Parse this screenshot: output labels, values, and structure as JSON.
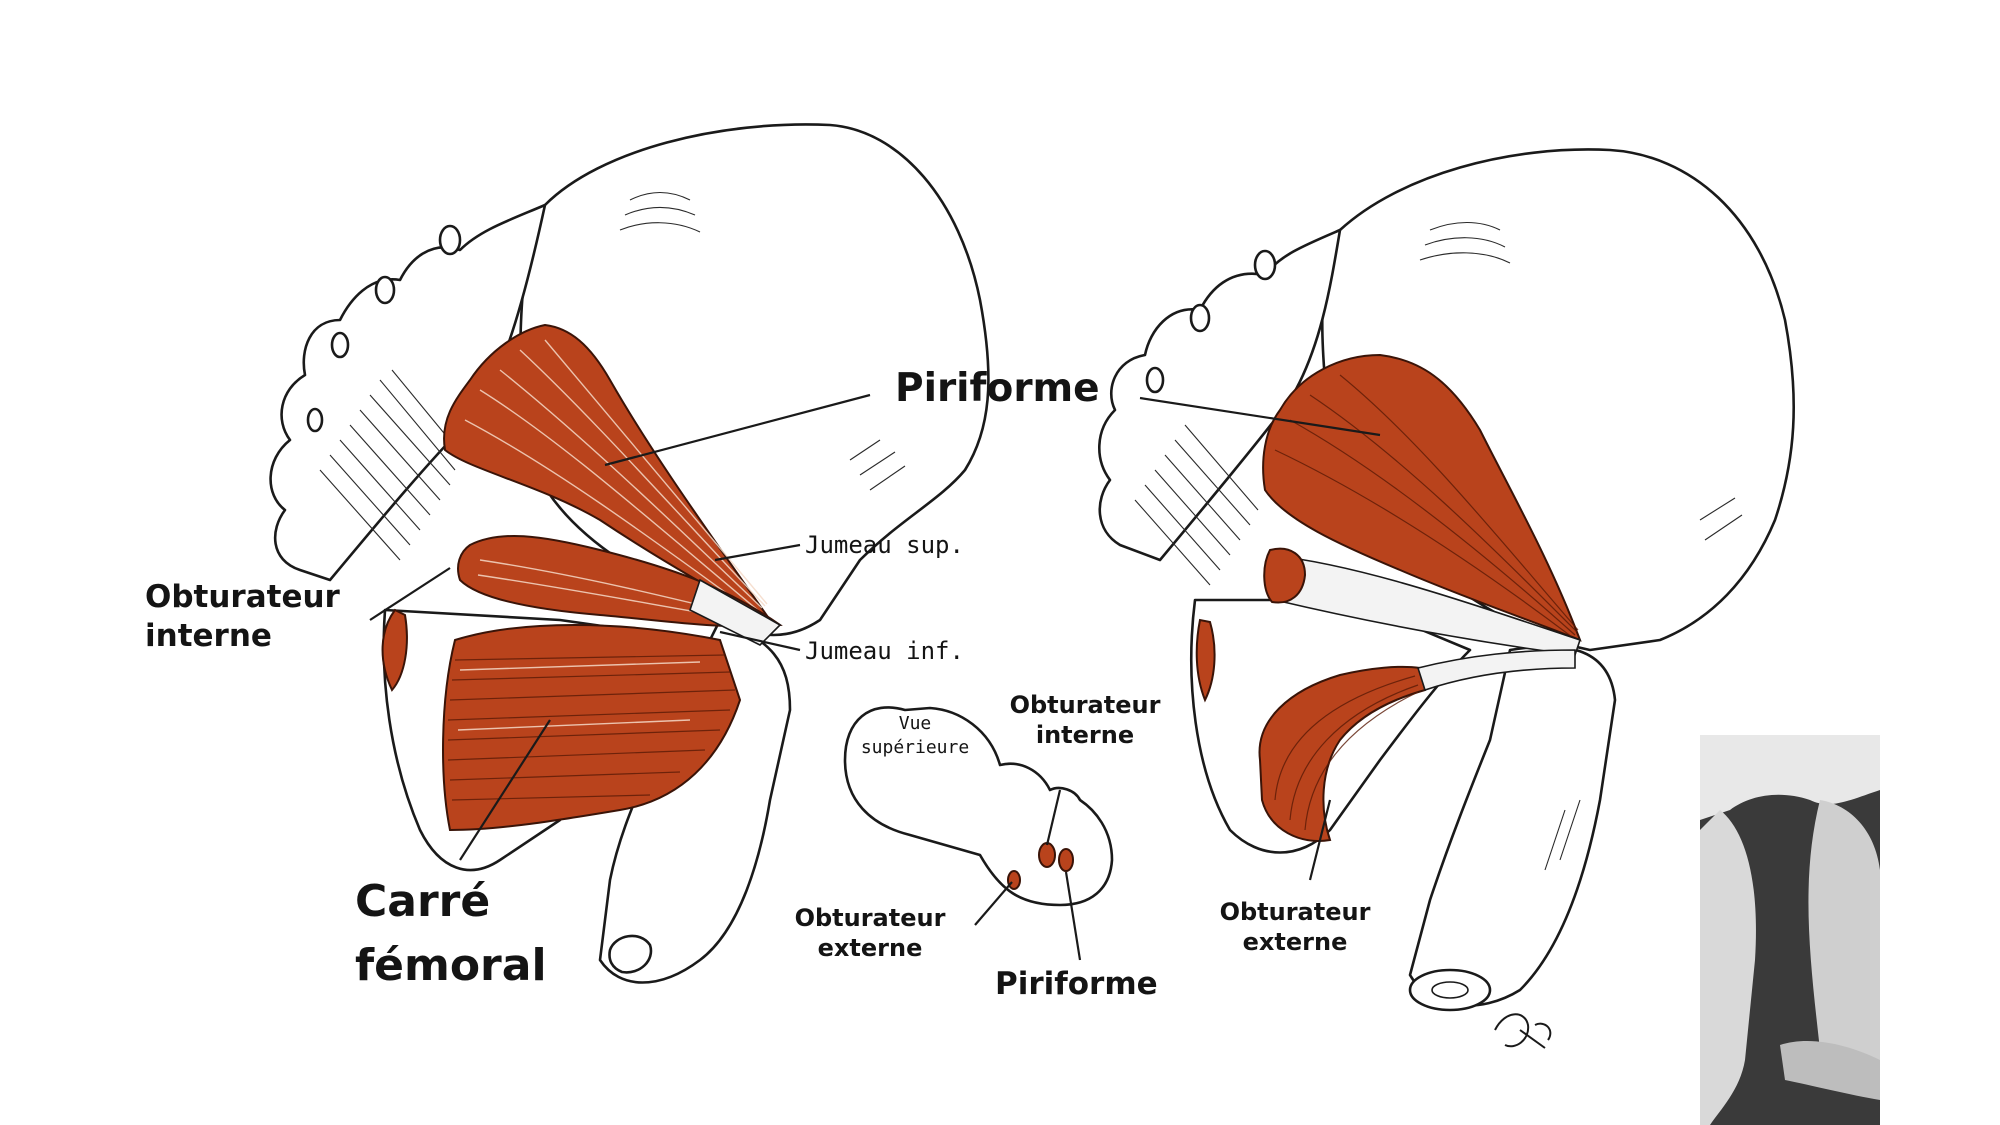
{
  "labels": {
    "piriforme_main": "Piriforme",
    "jumeau_sup": "Jumeau sup.",
    "jumeau_inf": "Jumeau inf.",
    "obturateur_interne_left_line1": "Obturateur",
    "obturateur_interne_left_line2": "interne",
    "carre_femoral_line1": "Carré",
    "carre_femoral_line2": "fémoral",
    "vue_superieure_line1": "Vue",
    "vue_superieure_line2": "supérieure",
    "inset_obturateur_interne_line1": "Obturateur",
    "inset_obturateur_interne_line2": "interne",
    "inset_obturateur_externe_line1": "Obturateur",
    "inset_obturateur_externe_line2": "externe",
    "inset_piriforme": "Piriforme",
    "right_obturateur_externe_line1": "Obturateur",
    "right_obturateur_externe_line2": "externe"
  },
  "colors": {
    "muscle": "#b9431c",
    "outline": "#1a1a1a",
    "background": "#ffffff"
  }
}
